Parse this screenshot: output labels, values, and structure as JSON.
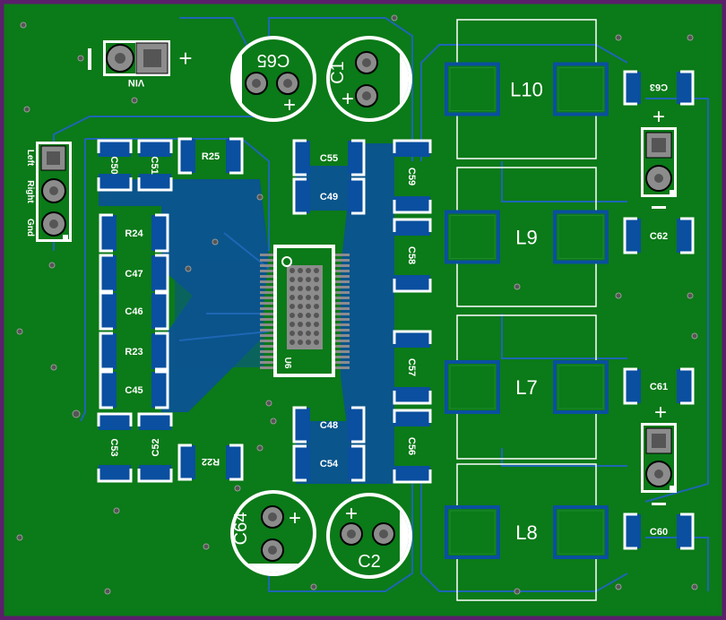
{
  "colors": {
    "board": "#0b7a18",
    "edge": "#5b1f6b",
    "copper_bottom": "#0a4fa0",
    "trace": "#1e66b4",
    "silk": "#ffffff",
    "pad": "#8c8c8c",
    "hole": "#555555"
  },
  "connectors": {
    "vin": {
      "label": "VIN",
      "minus": "-",
      "plus": "+"
    },
    "audio": {
      "left": "Left",
      "right": "Right",
      "gnd": "Gnd"
    },
    "out_top": {
      "plus": "+",
      "minus": "-"
    },
    "out_bottom": {
      "plus": "+",
      "minus": "-"
    }
  },
  "components": {
    "c65": "C65",
    "c1": "C1",
    "c64": "C64",
    "c2": "C2",
    "r25": "R25",
    "r24": "R24",
    "r23": "R23",
    "r22": "R22",
    "c50": "C50",
    "c51": "C51",
    "c47": "C47",
    "c46": "C46",
    "c45": "C45",
    "c53": "C53",
    "c52": "C52",
    "c55": "C55",
    "c49": "C49",
    "c48": "C48",
    "c54": "C54",
    "c59": "C59",
    "c58": "C58",
    "c57": "C57",
    "c56": "C56",
    "c63": "C63",
    "c62": "C62",
    "c61": "C61",
    "c60": "C60",
    "u6": "U6",
    "l10": "L10",
    "l9": "L9",
    "l7": "L7",
    "l8": "L8",
    "cap_plus": "+"
  }
}
